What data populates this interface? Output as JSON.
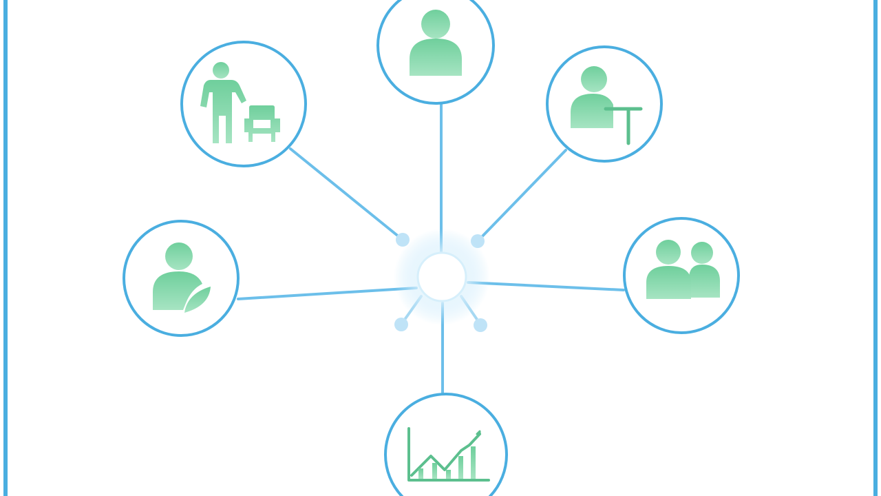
{
  "diagram": {
    "type": "hub-and-spoke",
    "colors": {
      "frame": "#4aaee0",
      "ring": "#4aaee0",
      "spoke": "#6cbfea",
      "icon_light": "#8fdcb2",
      "icon_dark": "#5cbf8e",
      "hub_glow": "#bfe6fb"
    },
    "hub": {
      "icon": "hub-glow"
    },
    "nodes": [
      {
        "id": "top",
        "icon": "person-icon"
      },
      {
        "id": "upper-left",
        "icon": "person-with-chair-icon"
      },
      {
        "id": "upper-right",
        "icon": "person-at-desk-icon"
      },
      {
        "id": "left",
        "icon": "person-with-leaf-icon"
      },
      {
        "id": "right",
        "icon": "two-people-icon"
      },
      {
        "id": "bottom",
        "icon": "growth-chart-icon"
      }
    ]
  }
}
